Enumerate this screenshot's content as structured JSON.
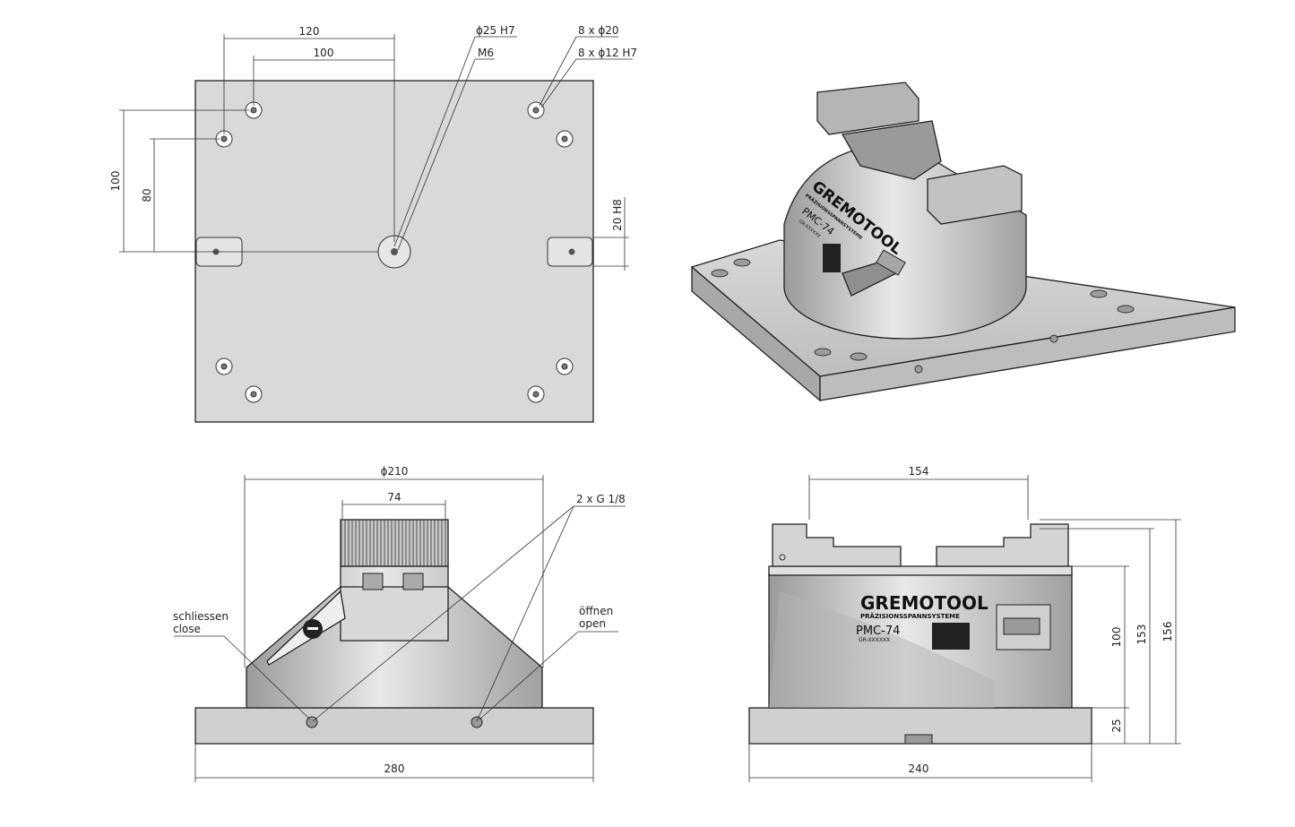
{
  "colors": {
    "plate": "#d9d9d9",
    "body": "#c8c8c8",
    "dark": "#8a8a8a",
    "line": "#222222"
  },
  "top_view": {
    "dims": {
      "d120": "120",
      "d100h": "100",
      "d100v": "100",
      "d80": "80",
      "d20h8": "20 H8"
    },
    "callouts": {
      "bore": "ϕ25 H7",
      "thread": "M6",
      "holes1": "8 x ϕ20",
      "holes2": "8 x ϕ12 H7"
    }
  },
  "iso_view": {
    "brand": "GREMOTOOL",
    "subtitle": "PRÄZISIONSSPANNSYSTEME",
    "model": "PMC-74",
    "serial": "GR-XXXXXX"
  },
  "front_view": {
    "dims": {
      "d210": "ϕ210",
      "d74": "74",
      "d280": "280"
    },
    "callouts": {
      "ports": "2 x G 1/8",
      "close_de": "schliessen",
      "close_en": "close",
      "open_de": "öffnen",
      "open_en": "open"
    }
  },
  "side_view": {
    "dims": {
      "d154": "154",
      "d240": "240",
      "d100": "100",
      "d153": "153",
      "d156": "156",
      "d25": "25"
    },
    "brand": "GREMOTOOL",
    "subtitle": "PRÄZISIONSSPANNSYSTEME",
    "model": "PMC-74",
    "serial": "GR-XXXXXX"
  }
}
